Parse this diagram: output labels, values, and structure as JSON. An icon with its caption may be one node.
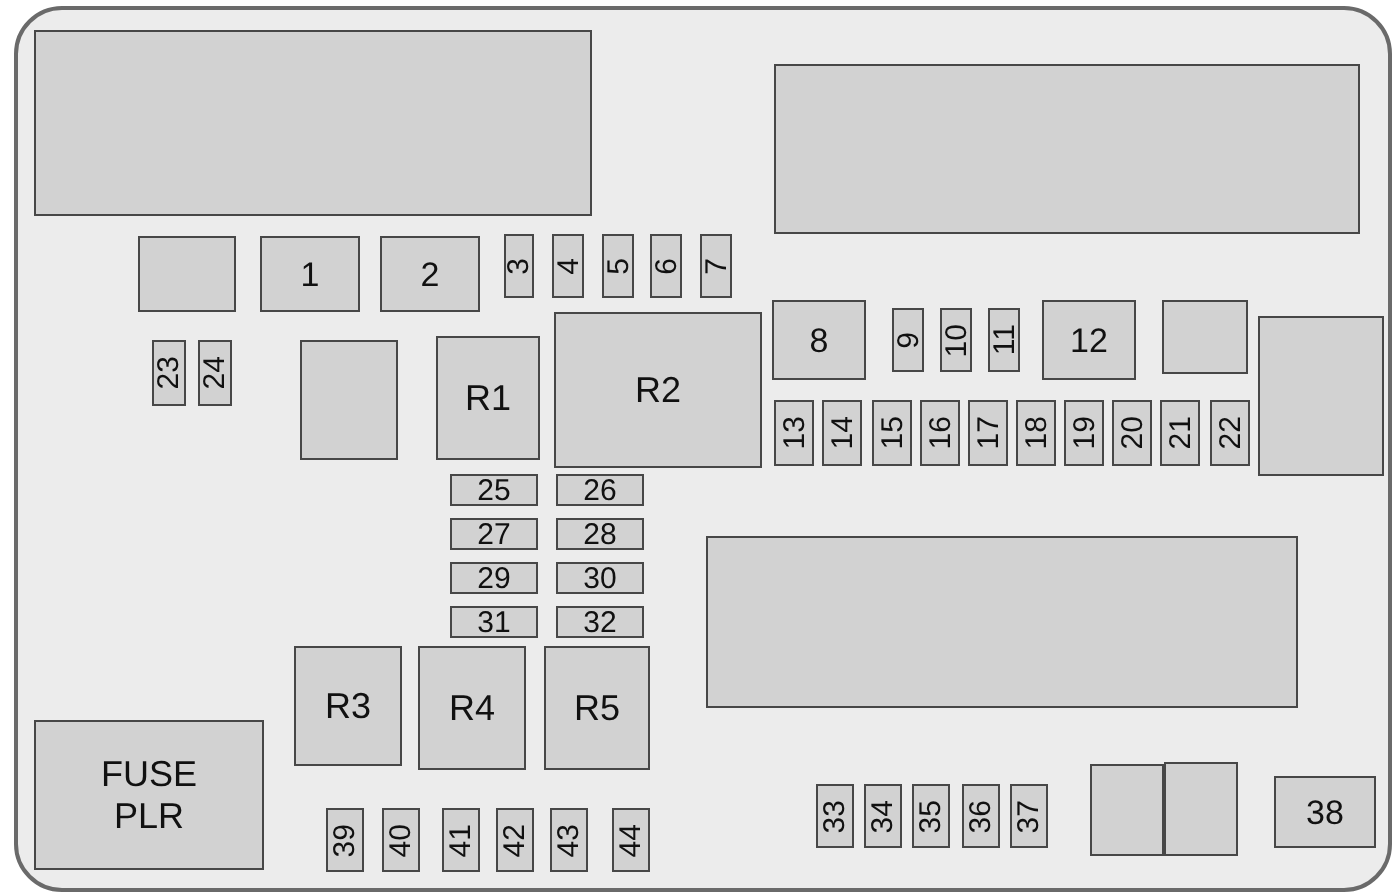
{
  "diagram": {
    "nodes": [
      {
        "text": [],
        "shape": "box"
      },
      {
        "text": [],
        "shape": "box"
      },
      {
        "text": [],
        "shape": "box"
      },
      {
        "text": [
          "1"
        ]
      },
      {
        "text": [
          "2"
        ]
      },
      {
        "text": [
          "3"
        ]
      },
      {
        "text": [
          "4"
        ]
      },
      {
        "text": [
          "5"
        ]
      },
      {
        "text": [
          "6"
        ]
      },
      {
        "text": [
          "7"
        ]
      },
      {
        "text": [
          "8"
        ]
      },
      {
        "text": [
          "9"
        ]
      },
      {
        "text": [
          "10"
        ]
      },
      {
        "text": [
          "11"
        ]
      },
      {
        "text": [
          "12"
        ]
      },
      {
        "text": [],
        "shape": "box"
      },
      {
        "text": [],
        "shape": "box"
      },
      {
        "text": [
          "23"
        ]
      },
      {
        "text": [
          "24"
        ]
      },
      {
        "text": [],
        "shape": "box"
      },
      {
        "text": [
          "R1"
        ]
      },
      {
        "text": [
          "R2"
        ]
      },
      {
        "text": [
          "13"
        ]
      },
      {
        "text": [
          "14"
        ]
      },
      {
        "text": [
          "15"
        ]
      },
      {
        "text": [
          "16"
        ]
      },
      {
        "text": [
          "17"
        ]
      },
      {
        "text": [
          "18"
        ]
      },
      {
        "text": [
          "19"
        ]
      },
      {
        "text": [
          "20"
        ]
      },
      {
        "text": [
          "21"
        ]
      },
      {
        "text": [
          "22"
        ]
      },
      {
        "text": [
          "25"
        ]
      },
      {
        "text": [
          "26"
        ]
      },
      {
        "text": [
          "27"
        ]
      },
      {
        "text": [
          "28"
        ]
      },
      {
        "text": [
          "29"
        ]
      },
      {
        "text": [
          "30"
        ]
      },
      {
        "text": [
          "31"
        ]
      },
      {
        "text": [
          "32"
        ]
      },
      {
        "text": [],
        "shape": "box"
      },
      {
        "text": [
          "R3"
        ]
      },
      {
        "text": [
          "R4"
        ]
      },
      {
        "text": [
          "R5"
        ]
      },
      {
        "text": [
          "FUSE PLR"
        ]
      },
      {
        "text": [],
        "shape": "box"
      },
      {
        "text": [],
        "shape": "box"
      },
      {
        "text": [
          "33"
        ]
      },
      {
        "text": [
          "34"
        ]
      },
      {
        "text": [
          "35"
        ]
      },
      {
        "text": [
          "36"
        ]
      },
      {
        "text": [
          "37"
        ]
      },
      {
        "text": [
          "38"
        ]
      },
      {
        "text": [
          "39"
        ]
      },
      {
        "text": [
          "40"
        ]
      },
      {
        "text": [
          "41"
        ]
      },
      {
        "text": [
          "42"
        ]
      },
      {
        "text": [
          "43"
        ]
      },
      {
        "text": [
          "44"
        ]
      }
    ]
  }
}
